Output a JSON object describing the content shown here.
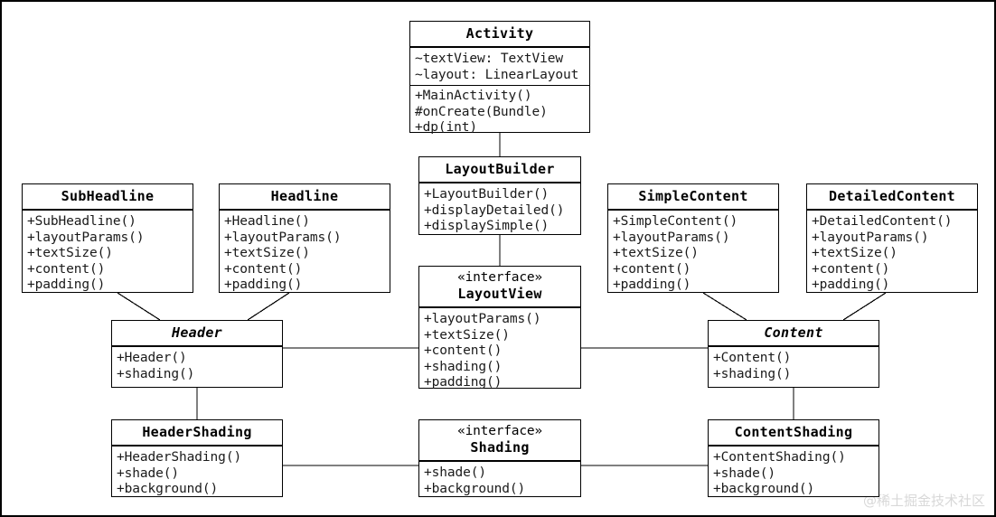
{
  "diagram": {
    "title": "Android Layout UML Class Diagram",
    "type": "uml-class-diagram",
    "stroke_color": "#000000",
    "background_color": "#ffffff",
    "text_color": "#1a1a1a",
    "watermark": "@稀土掘金技术社区"
  },
  "classes": {
    "activity": {
      "name": "Activity",
      "stereotype": "",
      "abstract": false,
      "attributes": [
        "~textView: TextView",
        "~layout: LinearLayout"
      ],
      "methods": [
        "+MainActivity()",
        "#onCreate(Bundle)",
        "+dp(int)"
      ]
    },
    "layout_builder": {
      "name": "LayoutBuilder",
      "stereotype": "",
      "abstract": false,
      "attributes": [],
      "methods": [
        "+LayoutBuilder()",
        "+displayDetailed()",
        "+displaySimple()"
      ]
    },
    "layout_view": {
      "name": "LayoutView",
      "stereotype": "«interface»",
      "abstract": false,
      "attributes": [],
      "methods": [
        "+layoutParams()",
        "+textSize()",
        "+content()",
        "+shading()",
        "+padding()"
      ]
    },
    "sub_headline": {
      "name": "SubHeadline",
      "stereotype": "",
      "abstract": false,
      "attributes": [],
      "methods": [
        "+SubHeadline()",
        "+layoutParams()",
        "+textSize()",
        "+content()",
        "+padding()"
      ]
    },
    "headline": {
      "name": "Headline",
      "stereotype": "",
      "abstract": false,
      "attributes": [],
      "methods": [
        "+Headline()",
        "+layoutParams()",
        "+textSize()",
        "+content()",
        "+padding()"
      ]
    },
    "simple_content": {
      "name": "SimpleContent",
      "stereotype": "",
      "abstract": false,
      "attributes": [],
      "methods": [
        "+SimpleContent()",
        "+layoutParams()",
        "+textSize()",
        "+content()",
        "+padding()"
      ]
    },
    "detailed_content": {
      "name": "DetailedContent",
      "stereotype": "",
      "abstract": false,
      "attributes": [],
      "methods": [
        "+DetailedContent()",
        "+layoutParams()",
        "+textSize()",
        "+content()",
        "+padding()"
      ]
    },
    "header": {
      "name": "Header",
      "stereotype": "",
      "abstract": true,
      "attributes": [],
      "methods": [
        "+Header()",
        "+shading()"
      ]
    },
    "content": {
      "name": "Content",
      "stereotype": "",
      "abstract": true,
      "attributes": [],
      "methods": [
        "+Content()",
        "+shading()"
      ]
    },
    "header_shading": {
      "name": "HeaderShading",
      "stereotype": "",
      "abstract": false,
      "attributes": [],
      "methods": [
        "+HeaderShading()",
        "+shade()",
        "+background()"
      ]
    },
    "shading": {
      "name": "Shading",
      "stereotype": "«interface»",
      "abstract": false,
      "attributes": [],
      "methods": [
        "+shade()",
        "+background()"
      ]
    },
    "content_shading": {
      "name": "ContentShading",
      "stereotype": "",
      "abstract": false,
      "attributes": [],
      "methods": [
        "+ContentShading()",
        "+shade()",
        "+background()"
      ]
    }
  },
  "relationships": [
    {
      "from": "Activity",
      "to": "LayoutBuilder",
      "kind": "association"
    },
    {
      "from": "LayoutBuilder",
      "to": "LayoutView",
      "kind": "association"
    },
    {
      "from": "SubHeadline",
      "to": "Header",
      "kind": "generalization"
    },
    {
      "from": "Headline",
      "to": "Header",
      "kind": "generalization"
    },
    {
      "from": "SimpleContent",
      "to": "Content",
      "kind": "generalization"
    },
    {
      "from": "DetailedContent",
      "to": "Content",
      "kind": "generalization"
    },
    {
      "from": "Header",
      "to": "LayoutView",
      "kind": "realization"
    },
    {
      "from": "Content",
      "to": "LayoutView",
      "kind": "realization"
    },
    {
      "from": "Header",
      "to": "HeaderShading",
      "kind": "association"
    },
    {
      "from": "Content",
      "to": "ContentShading",
      "kind": "association"
    },
    {
      "from": "HeaderShading",
      "to": "Shading",
      "kind": "realization"
    },
    {
      "from": "ContentShading",
      "to": "Shading",
      "kind": "realization"
    }
  ]
}
